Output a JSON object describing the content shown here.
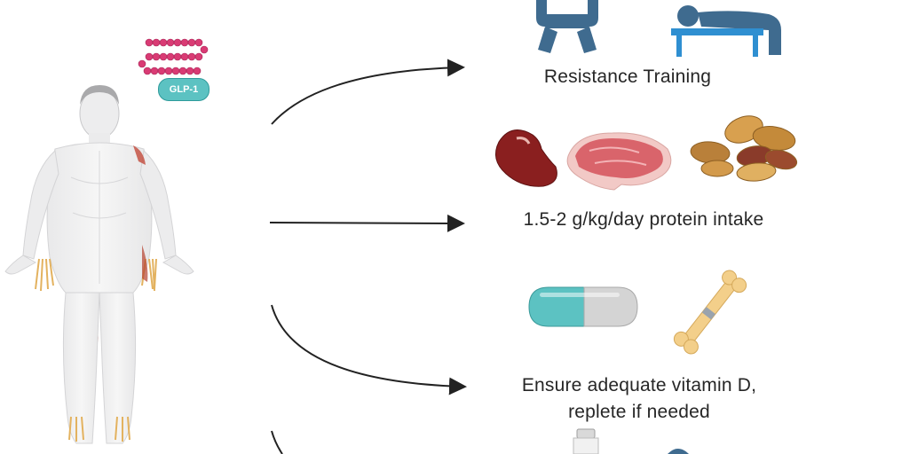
{
  "figure": {
    "glp_label": "GLP-1",
    "interventions": {
      "resistance": "Resistance Training",
      "protein": "1.5-2 g/kg/day protein intake",
      "vitd_line1": "Ensure adequate vitamin D,",
      "vitd_line2": "replete if needed"
    }
  },
  "colors": {
    "figure_blue": "#3f6b8f",
    "bench_blue": "#2f8fd1",
    "teal": "#5cc2c2",
    "bean": "#8a1f1f",
    "meat": "#d9646b",
    "peanut": "#c48a3a",
    "bone": "#f3cf8a",
    "arrow": "#222222"
  },
  "icons": [
    "human-body-icon",
    "glp1-peptide-icon",
    "squat-person-icon",
    "bench-press-icon",
    "kidney-bean-icon",
    "steak-icon",
    "peanuts-icon",
    "capsule-icon",
    "bone-icon",
    "vial-icon"
  ]
}
